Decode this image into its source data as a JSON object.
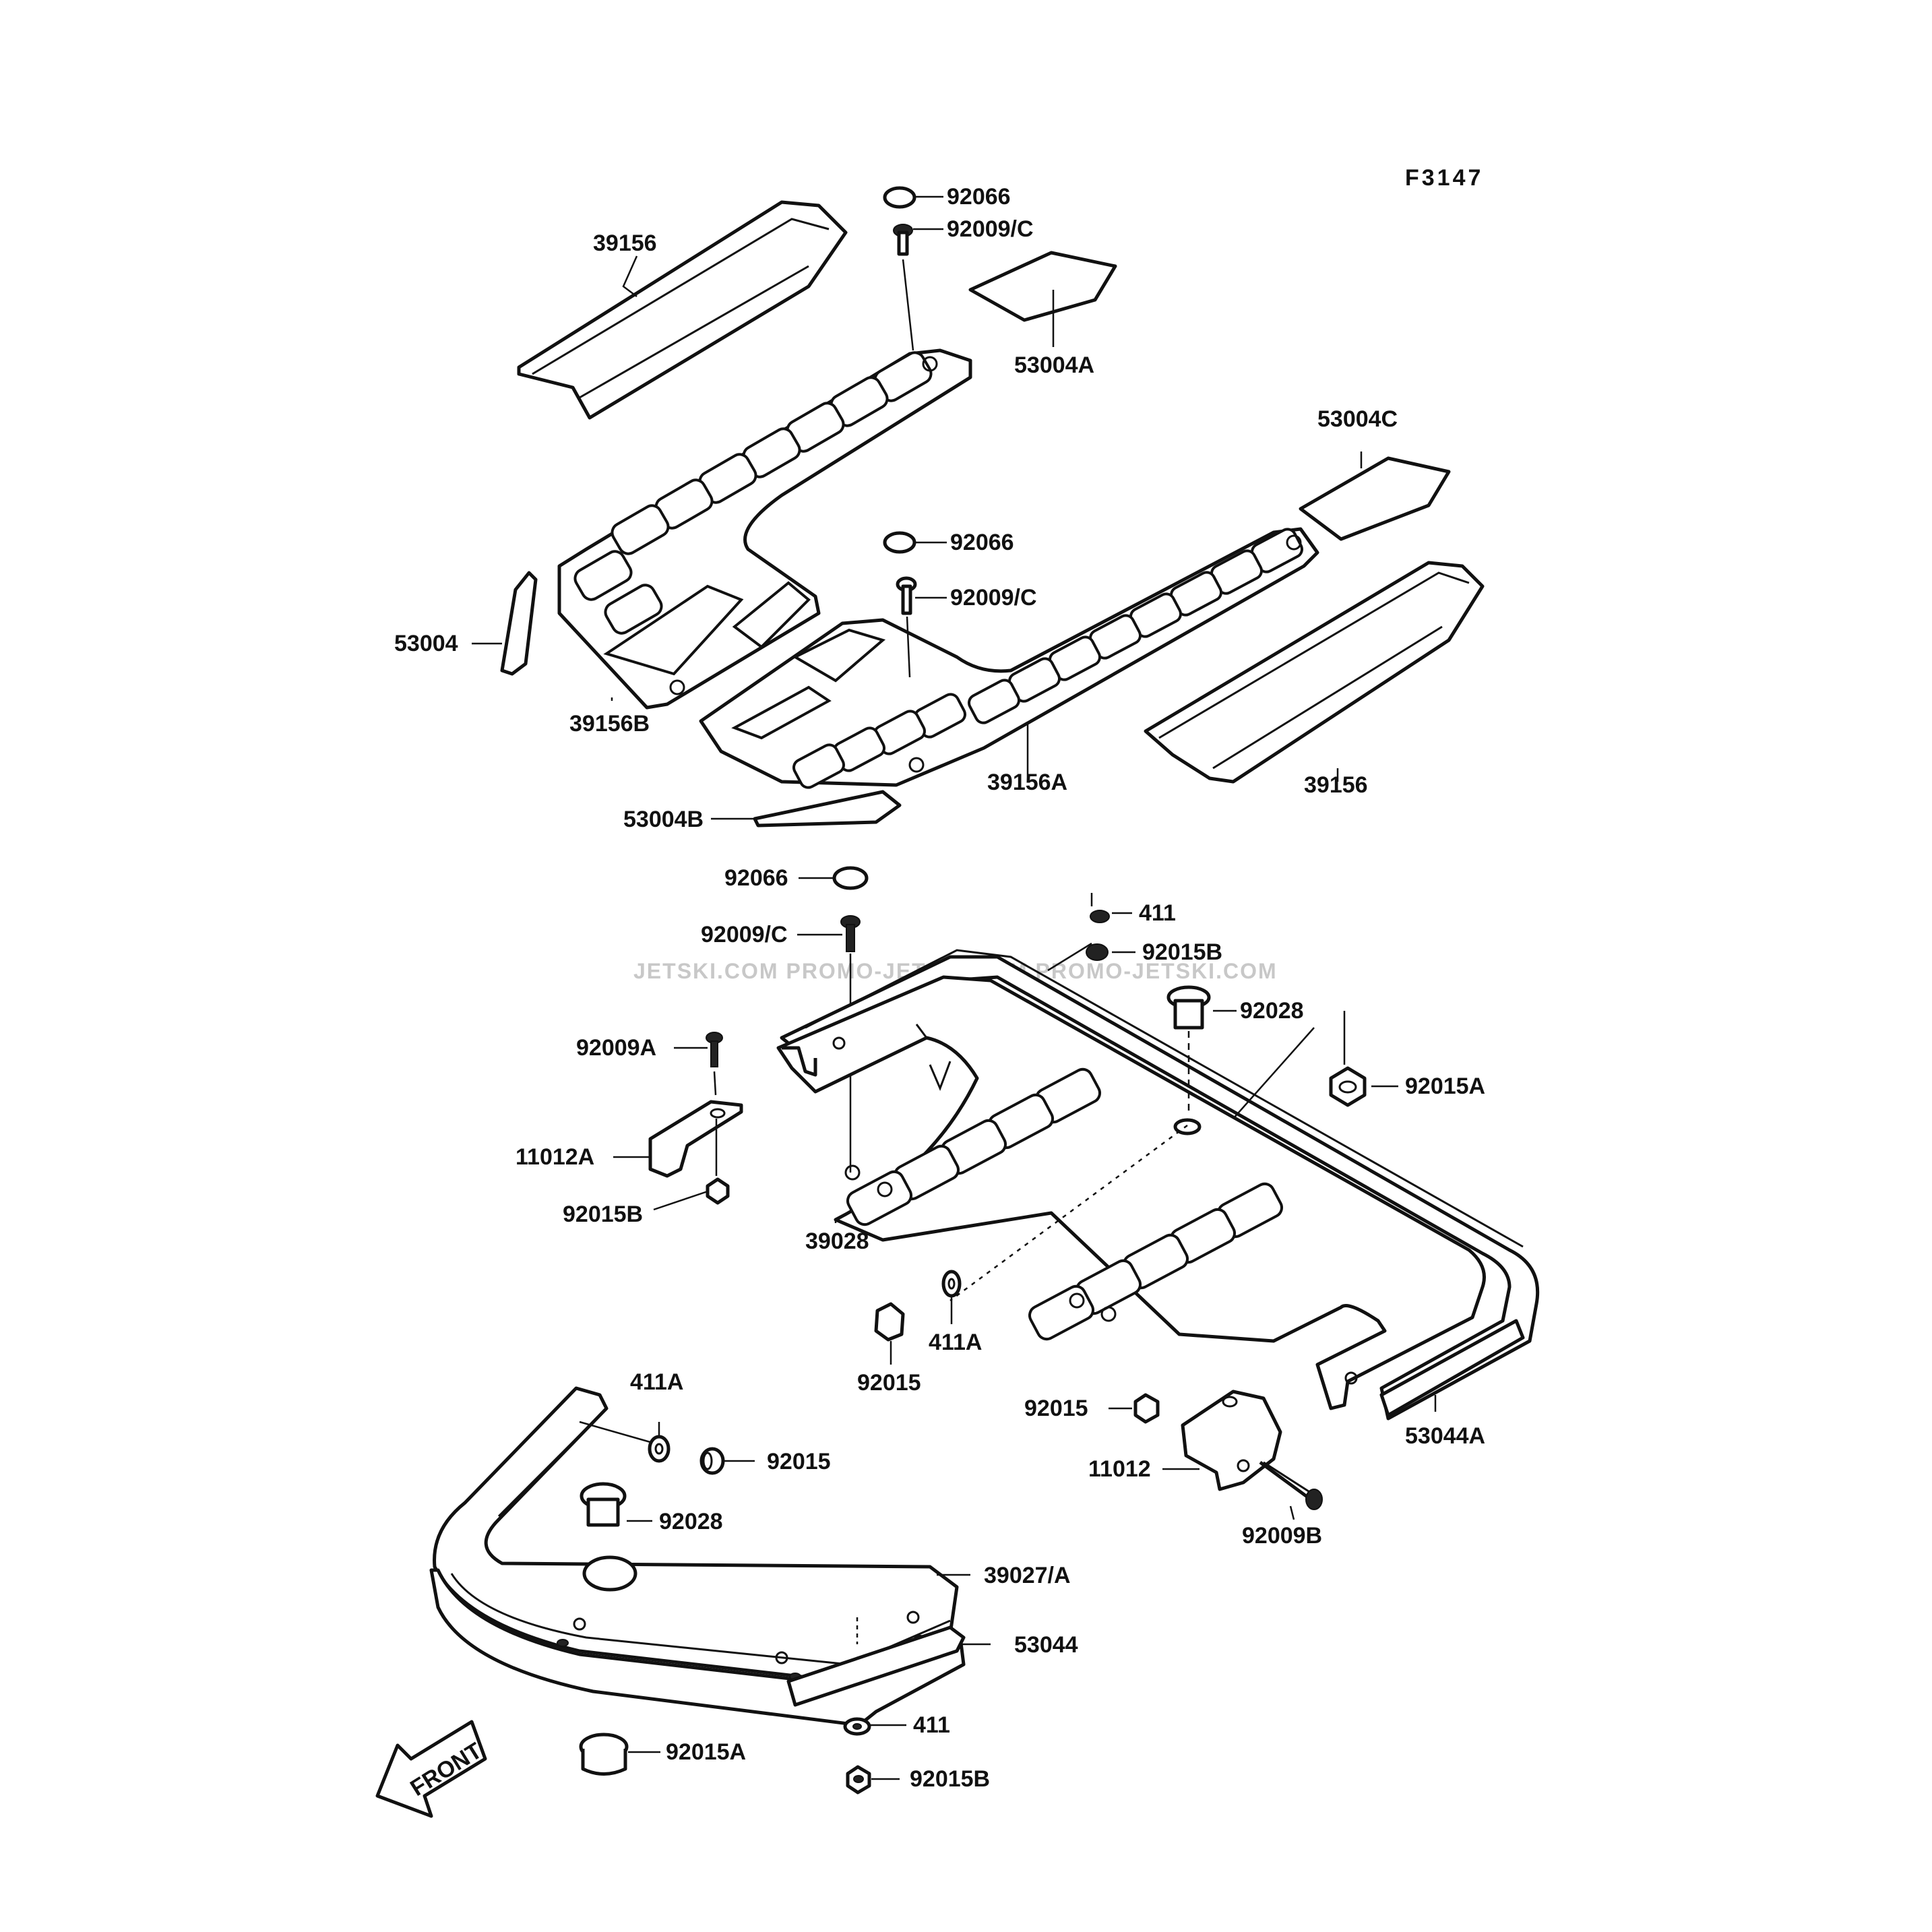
{
  "diagram": {
    "code": "F3147",
    "watermark": "JETSKI.COM  PROMO-JETSKI.COM  PROMO-JETSKI.COM",
    "front_label": "FRONT",
    "labels": {
      "92066_a": "92066",
      "92009c_a": "92009/C",
      "39156_top": "39156",
      "53004a": "53004A",
      "53004c": "53004C",
      "92066_b": "92066",
      "92009c_b": "92009/C",
      "53004": "53004",
      "39156b": "39156B",
      "39156a": "39156A",
      "39156_right": "39156",
      "53004b": "53004B",
      "92066_c": "92066",
      "411_top": "411",
      "92009c_c": "92009/C",
      "92015b_top": "92015B",
      "92028_top": "92028",
      "92009a": "92009A",
      "92015a_top": "92015A",
      "11012a": "11012A",
      "92015b_left": "92015B",
      "39028": "39028",
      "411a_mid": "411A",
      "92015_mid": "92015",
      "411a_low": "411A",
      "92015_right": "92015",
      "53044a": "53044A",
      "92015_low": "92015",
      "11012": "11012",
      "92028_low": "92028",
      "92009b": "92009B",
      "39027a": "39027/A",
      "53044": "53044",
      "411_low": "411",
      "92015a_low": "92015A",
      "92015b_low": "92015B"
    }
  }
}
